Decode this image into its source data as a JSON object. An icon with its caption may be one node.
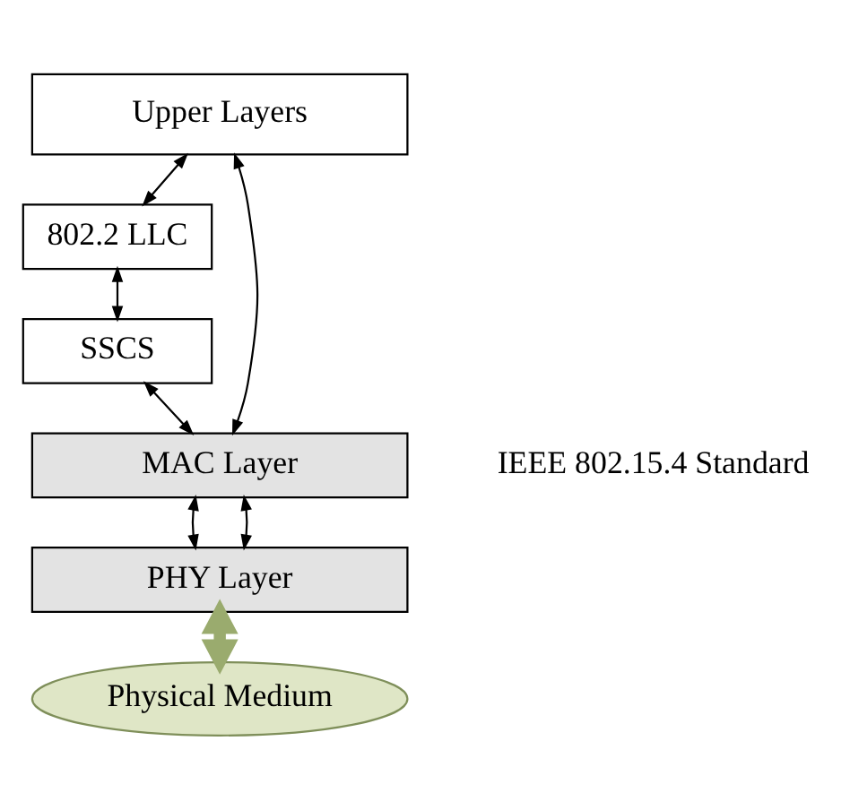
{
  "diagram": {
    "nodes": [
      {
        "text": [
          "Upper Layers"
        ]
      },
      {
        "text": [
          "802.2 LLC"
        ]
      },
      {
        "text": [
          "SSCS"
        ]
      },
      {
        "text": [
          "MAC Layer"
        ]
      },
      {
        "text": [
          "PHY Layer"
        ]
      },
      {
        "text": [
          "Physical Medium"
        ]
      }
    ],
    "edges": [
      {
        "from": 0,
        "to": 1,
        "arrow": "both"
      },
      {
        "from": 1,
        "to": 2,
        "arrow": "both"
      },
      {
        "from": 2,
        "to": 3,
        "arrow": "both"
      },
      {
        "from": 0,
        "to": 3,
        "arrow": "both"
      },
      {
        "from": 3,
        "to": 4,
        "arrow": "both"
      },
      {
        "from": 3,
        "to": 4,
        "arrow": "both"
      },
      {
        "from": 4,
        "to": 5,
        "arrow": "both",
        "style": "thick",
        "color": "#9aab6e"
      }
    ],
    "labels": [
      "IEEE 802.15.4 Standard"
    ]
  }
}
